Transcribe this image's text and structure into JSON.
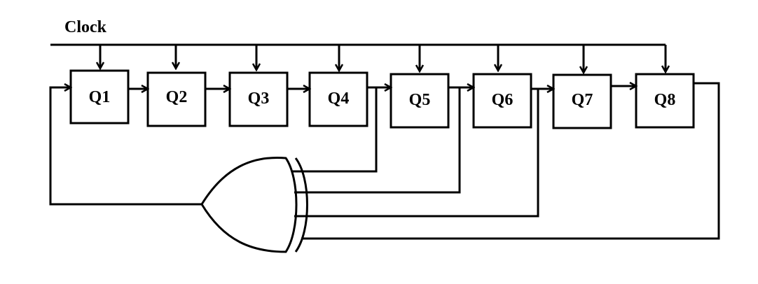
{
  "clock_label": "Clock",
  "registers": [
    "Q1",
    "Q2",
    "Q3",
    "Q4",
    "Q5",
    "Q6",
    "Q7",
    "Q8"
  ]
}
